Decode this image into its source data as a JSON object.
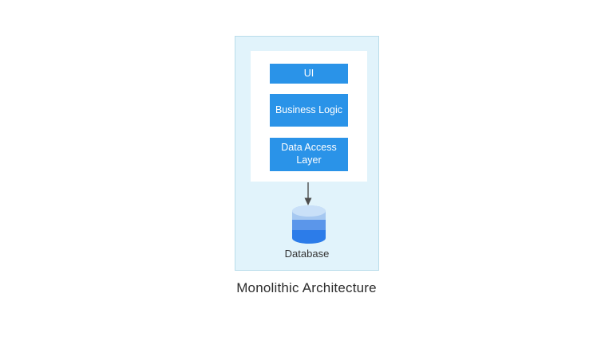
{
  "diagram": {
    "caption": "Monolithic Architecture",
    "layers": [
      {
        "label": "UI"
      },
      {
        "label": "Business Logic"
      },
      {
        "label": "Data Access Layer"
      }
    ],
    "database_label": "Database",
    "icons": {
      "arrow": "arrow-down-icon",
      "database": "database-icon"
    },
    "colors": {
      "panel_bg": "#e1f3fb",
      "panel_border": "#b9dcea",
      "layer_bg": "#2a93e8",
      "layer_text": "#ffffff",
      "arrow": "#4d4d4d",
      "db_top": "#c9e0f8",
      "db_band1": "#a6c8f1",
      "db_band2": "#5b96ea",
      "db_band3": "#2c7ce9",
      "caption_text": "#2d2d2d"
    }
  }
}
